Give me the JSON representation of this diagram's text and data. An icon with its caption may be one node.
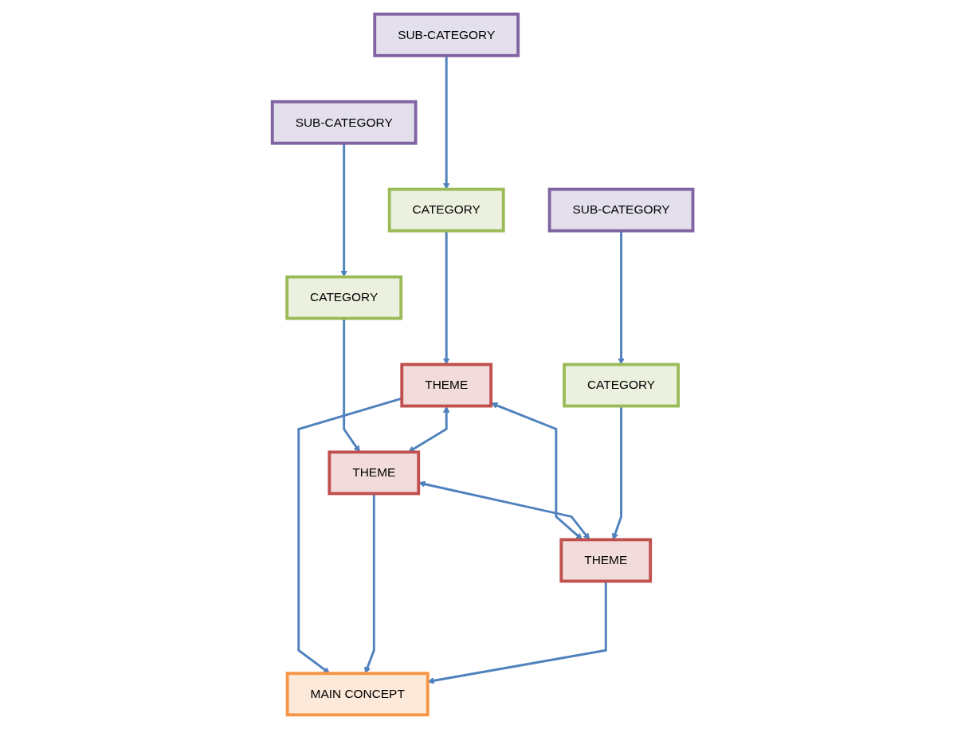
{
  "diagram": {
    "nodes": [
      {
        "text": [
          "SUB-CATEGORY"
        ]
      },
      {
        "text": [
          "SUB-CATEGORY"
        ]
      },
      {
        "text": [
          "CATEGORY"
        ]
      },
      {
        "text": [
          "CATEGORY"
        ]
      },
      {
        "text": [
          "THEME"
        ]
      },
      {
        "text": [
          "THEME"
        ]
      },
      {
        "text": [
          "MAIN CONCEPT"
        ]
      },
      {
        "text": [
          "THEME"
        ]
      },
      {
        "text": [
          "CATEGORY"
        ]
      },
      {
        "text": [
          "SUB-CATEGORY"
        ]
      }
    ],
    "edges": [
      {
        "from": 0,
        "to": 2,
        "arrow": "to"
      },
      {
        "from": 1,
        "to": 3,
        "arrow": "to"
      },
      {
        "from": 2,
        "to": 4,
        "arrow": "to"
      },
      {
        "from": 3,
        "to": 5,
        "arrow": "to"
      },
      {
        "from": 4,
        "to": 5,
        "arrow": "both"
      },
      {
        "from": 4,
        "to": 6,
        "arrow": "to"
      },
      {
        "from": 5,
        "to": 6,
        "arrow": "to"
      },
      {
        "from": 7,
        "to": 6,
        "arrow": "to"
      },
      {
        "from": 4,
        "to": 7,
        "arrow": "both"
      },
      {
        "from": 5,
        "to": 7,
        "arrow": "both"
      },
      {
        "from": 8,
        "to": 7,
        "arrow": "to"
      },
      {
        "from": 9,
        "to": 8,
        "arrow": "to"
      }
    ]
  }
}
